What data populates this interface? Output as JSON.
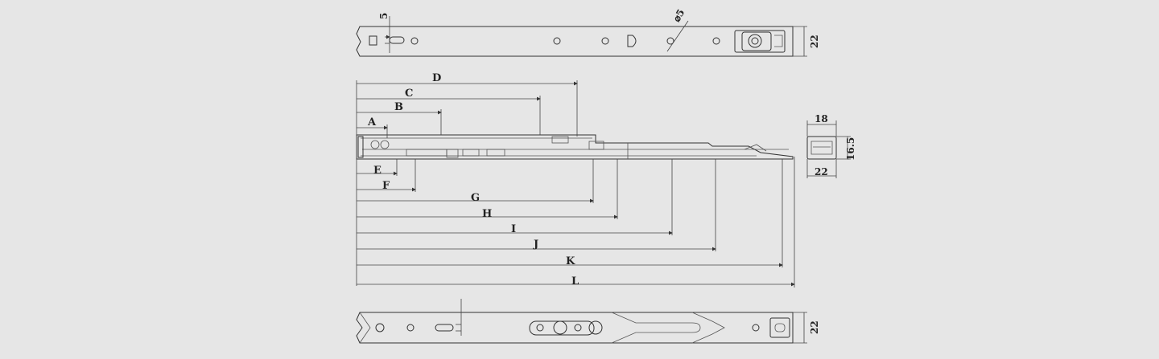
{
  "top_view": {
    "slot_width_label": "5",
    "hole_diameter_label": "⌀5",
    "height_label": "22"
  },
  "side_view": {
    "labels": {
      "A": "A",
      "B": "B",
      "C": "C",
      "D": "D",
      "E": "E",
      "F": "F",
      "G": "G",
      "H": "H",
      "I": "I",
      "J": "J",
      "K": "K",
      "L": "L"
    }
  },
  "end_view": {
    "top_width_label": "18",
    "height_label": "16.5",
    "bottom_width_label": "22"
  },
  "bottom_view": {
    "height_label": "22"
  }
}
